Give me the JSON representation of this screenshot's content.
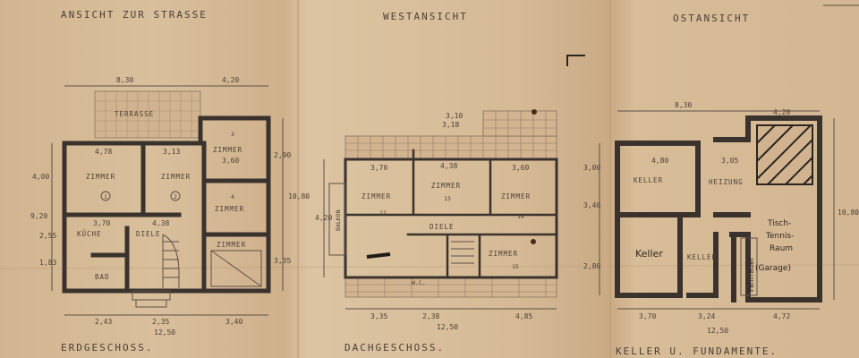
{
  "headers": {
    "front": "ANSICHT ZUR STRASSE",
    "west": "WESTANSICHT",
    "east": "OSTANSICHT"
  },
  "footers": {
    "ground": "ERDGESCHOSS.",
    "attic": "DACHGESCHOSS.",
    "basement": "KELLER U. FUNDAMENTE."
  },
  "ground_floor": {
    "terrace": "TERRASSE",
    "rooms": [
      {
        "label": "ZIMMER",
        "no": "1"
      },
      {
        "label": "ZIMMER",
        "no": "2"
      },
      {
        "label": "ZIMMER",
        "no": "3"
      },
      {
        "label": "ZIMMER",
        "no": "4"
      },
      {
        "label": "ZIMMER",
        "no": ""
      }
    ],
    "kitchen": "KÜCHE",
    "hall": "DIELE",
    "bath": "BAD",
    "dims": {
      "top_left": "8,30",
      "top_right": "4,20",
      "r1": "4,78",
      "r2": "3,13",
      "r3": "3,60",
      "row2a": "3,70",
      "row2b": "4,38",
      "left_a": "9,20",
      "left_b": "4,00",
      "left_c": "2,55",
      "left_d": "1,83",
      "right_a": "10,80",
      "right_b": "2,90",
      "right_c": "3,35",
      "bot_a": "2,43",
      "bot_b": "2,35",
      "bot_c": "3,40",
      "bot_total": "12,50"
    }
  },
  "attic_floor": {
    "rooms": [
      {
        "label": "ZIMMER",
        "no": "12"
      },
      {
        "label": "ZIMMER",
        "no": "13"
      },
      {
        "label": "ZIMMER",
        "no": "14"
      },
      {
        "label": "ZIMMER",
        "no": "15"
      }
    ],
    "balcony": "BALKON",
    "hall": "DIELE",
    "wc": "W.C.",
    "dims": {
      "top_a": "3,18",
      "top_b": "3,10",
      "r12": "3,70",
      "r13": "4,38",
      "r14": "3,60",
      "bot_a": "3,35",
      "bot_b": "2,38",
      "bot_c": "4,85",
      "bot_total": "12,50",
      "left_a": "4,20"
    }
  },
  "basement": {
    "rooms": [
      {
        "label": "KELLER",
        "no": ""
      },
      {
        "label": "HEIZUNG",
        "no": ""
      },
      {
        "label": "KELLER",
        "no": ""
      }
    ],
    "keller_big": "Keller",
    "table_tennis": [
      "Tisch-",
      "Tennis-",
      "Raum"
    ],
    "garage": "(Garage)",
    "bikes": "Fahrräder",
    "dims": {
      "top_a": "8,30",
      "top_b": "4,20",
      "r1": "4,80",
      "r2": "3,05",
      "left_a": "3,00",
      "left_b": "3,40",
      "left_c": "2,80",
      "right_a": "10,80",
      "bot_a": "3,70",
      "bot_b": "3,24",
      "bot_c": "4,72",
      "bot_total": "12,50"
    }
  }
}
